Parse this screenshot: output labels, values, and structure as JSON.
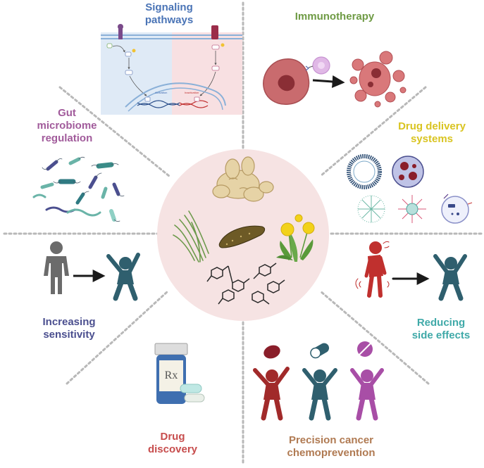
{
  "center": {
    "title": "",
    "fill_color": "#f6e3e3",
    "items": [
      "ginger-root",
      "herb-stems",
      "sea-cucumber",
      "dandelion",
      "chemical-structures"
    ]
  },
  "sections": [
    {
      "id": "signaling",
      "lines": [
        "Signaling",
        "pathways"
      ],
      "color": "#4a74b6",
      "panel_labels": {
        "left": "Activation",
        "right": "Inactivation"
      }
    },
    {
      "id": "immuno",
      "lines": [
        "Immunotherapy"
      ],
      "color": "#6f9b45"
    },
    {
      "id": "delivery",
      "lines": [
        "Drug delivery",
        "systems"
      ],
      "color": "#d9c421"
    },
    {
      "id": "reducing",
      "lines": [
        "Reducing",
        "side effects"
      ],
      "color": "#3fa9a8"
    },
    {
      "id": "precision",
      "lines": [
        "Precision cancer",
        "chemoprevention"
      ],
      "color": "#b07a52"
    },
    {
      "id": "discovery",
      "lines": [
        "Drug",
        "discovery"
      ],
      "color": "#c74d4d"
    },
    {
      "id": "sensitivity",
      "lines": [
        "Increasing",
        "sensitivity"
      ],
      "color": "#4b4f8f"
    },
    {
      "id": "microbiome",
      "lines": [
        "Gut",
        "microbiome",
        "regulation"
      ],
      "color": "#a15b9b"
    }
  ],
  "bottle_label": "Rx",
  "colors": {
    "divider": "#b8b8b8",
    "figure_teal": "#2f5f6e",
    "figure_gray": "#6b6b6b",
    "figure_red": "#a12a2a",
    "figure_purple": "#a84ea6",
    "cell_pink": "#c96b6e",
    "bacteria_teal": "#6ab4a8"
  }
}
